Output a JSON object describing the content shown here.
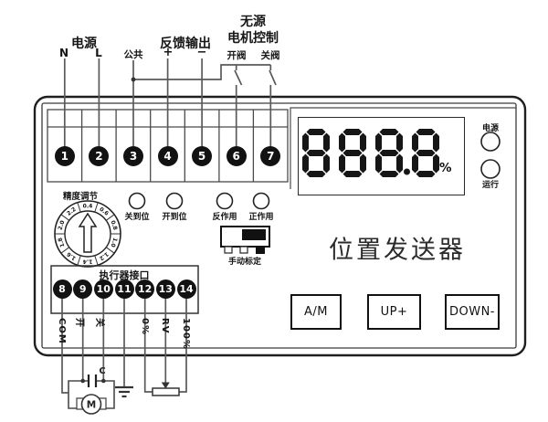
{
  "device": {
    "name_label": "位置发送器"
  },
  "top_terminals": {
    "power_group_label": "电源",
    "feedback_group_label": "反馈输出",
    "motor_group_label_top": "无源",
    "motor_group_label": "电机控制",
    "labels": [
      "N",
      "L",
      "公共",
      "+",
      "−",
      "开阀",
      "关阀"
    ],
    "numbers": [
      "1",
      "2",
      "3",
      "4",
      "5",
      "6",
      "7"
    ]
  },
  "display": {
    "value": "888.8",
    "unit": "%"
  },
  "lamps": {
    "power": "电源",
    "run": "运行"
  },
  "dial": {
    "label": "精度调节",
    "scale": [
      "0.4",
      "0.6",
      "0.8",
      "1.0",
      "1.2",
      "1.4",
      "1.6",
      "1.8",
      "2.0",
      "2.2"
    ]
  },
  "status_lamps": [
    "关到位",
    "开到位",
    "反作用",
    "正作用"
  ],
  "calibration_switch_label": "手动标定",
  "actuator": {
    "title": "执行器接口",
    "numbers": [
      "8",
      "9",
      "10",
      "11",
      "12",
      "13",
      "14"
    ],
    "wire_labels": [
      "COM",
      "开",
      "关",
      "",
      "0%",
      "RV",
      "100%"
    ]
  },
  "buttons": [
    "A/M",
    "UP+",
    "DOWN-"
  ],
  "schematic": {
    "capacitor_label": "C",
    "motor_label": "M"
  }
}
